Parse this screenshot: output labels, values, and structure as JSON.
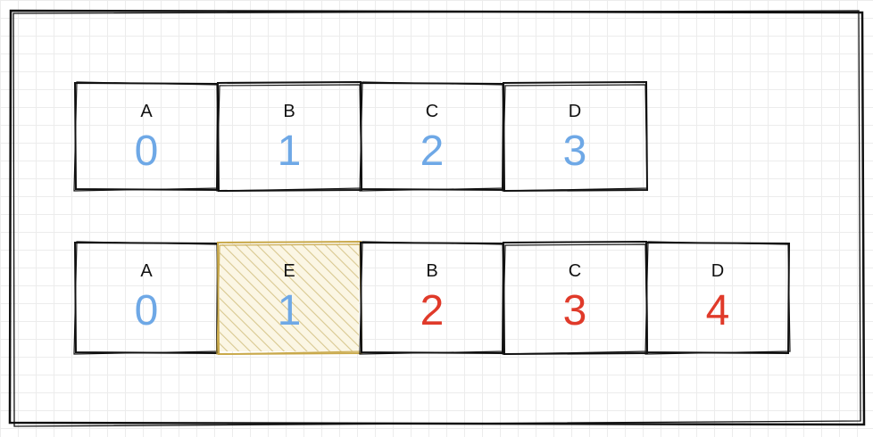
{
  "colors": {
    "stroke": "#111111",
    "unchanged_index": "#6ea8e6",
    "shifted_index": "#e03a2a",
    "inserted_stroke": "#c9a94b",
    "inserted_hatch": "#d8c890",
    "inserted_fill": "#fbf6e4"
  },
  "rows": [
    {
      "cells": [
        {
          "label": "A",
          "index": "0",
          "status": "unchanged"
        },
        {
          "label": "B",
          "index": "1",
          "status": "unchanged"
        },
        {
          "label": "C",
          "index": "2",
          "status": "unchanged"
        },
        {
          "label": "D",
          "index": "3",
          "status": "unchanged"
        }
      ]
    },
    {
      "cells": [
        {
          "label": "A",
          "index": "0",
          "status": "unchanged"
        },
        {
          "label": "E",
          "index": "1",
          "status": "inserted"
        },
        {
          "label": "B",
          "index": "2",
          "status": "shifted"
        },
        {
          "label": "C",
          "index": "3",
          "status": "shifted"
        },
        {
          "label": "D",
          "index": "4",
          "status": "shifted"
        }
      ]
    }
  ]
}
